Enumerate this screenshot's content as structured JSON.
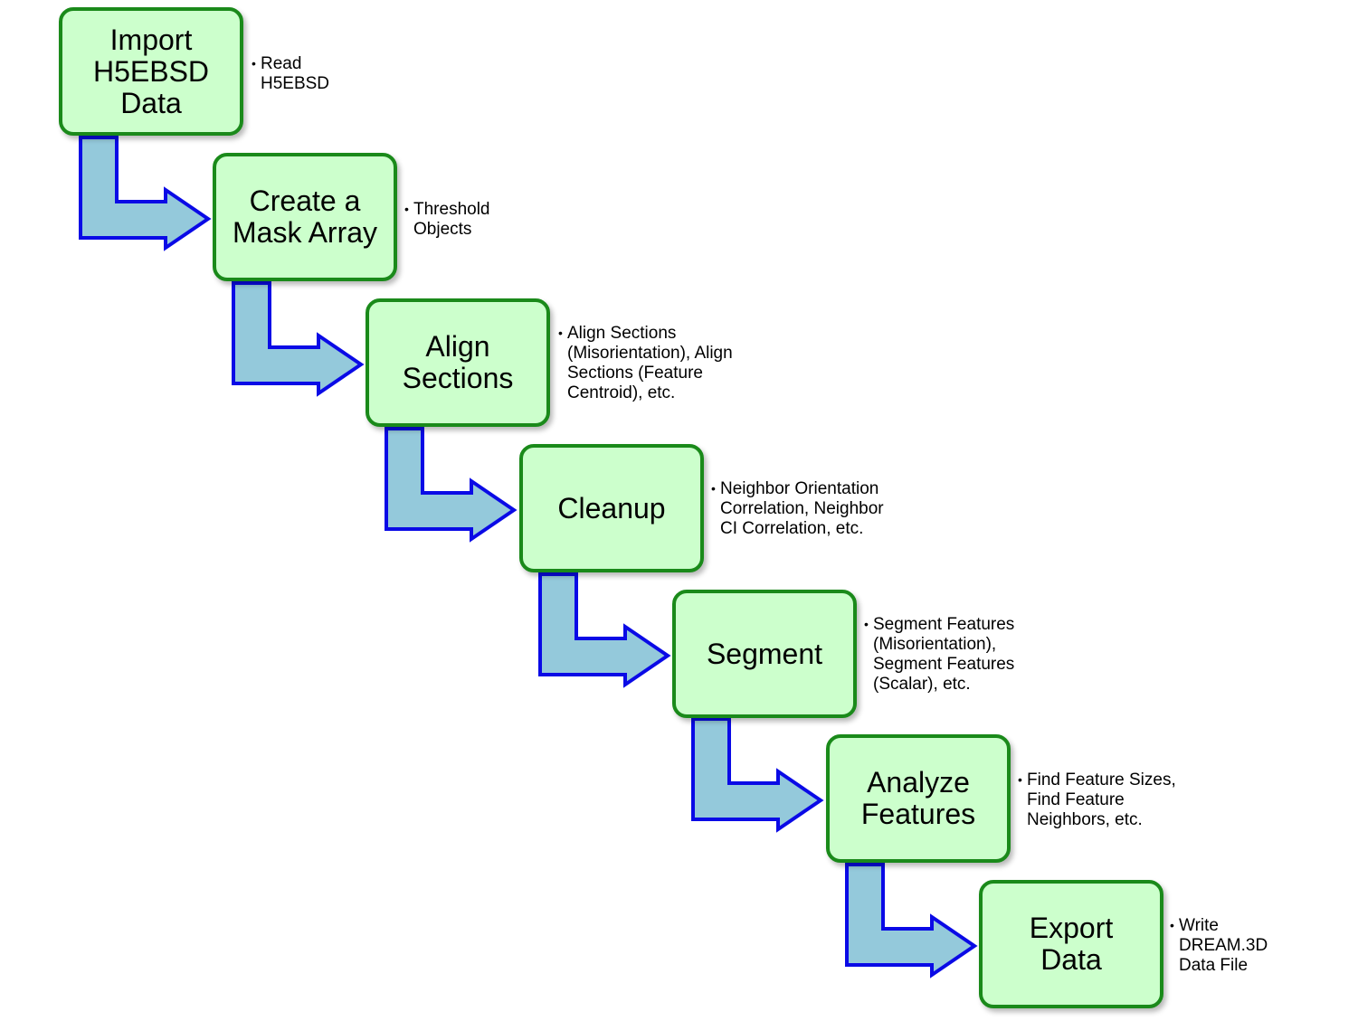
{
  "colors": {
    "box_fill": "#ccffcc",
    "box_border": "#1a8a1a",
    "arrow_fill": "#94c9db",
    "arrow_stroke": "#0a0ae6"
  },
  "steps": [
    {
      "title": "Import\nH5EBSD\nData",
      "note": "Read\nH5EBSD"
    },
    {
      "title": "Create a\nMask Array",
      "note": "Threshold\nObjects"
    },
    {
      "title": "Align\nSections",
      "note": "Align Sections\n(Misorientation), Align\nSections (Feature\nCentroid), etc."
    },
    {
      "title": "Cleanup",
      "note": "Neighbor Orientation\nCorrelation, Neighbor\nCI Correlation, etc."
    },
    {
      "title": "Segment",
      "note": "Segment Features\n(Misorientation),\nSegment Features\n(Scalar), etc."
    },
    {
      "title": "Analyze\nFeatures",
      "note": "Find Feature Sizes,\nFind Feature\nNeighbors, etc."
    },
    {
      "title": "Export\nData",
      "note": "Write\nDREAM.3D\nData File"
    }
  ]
}
